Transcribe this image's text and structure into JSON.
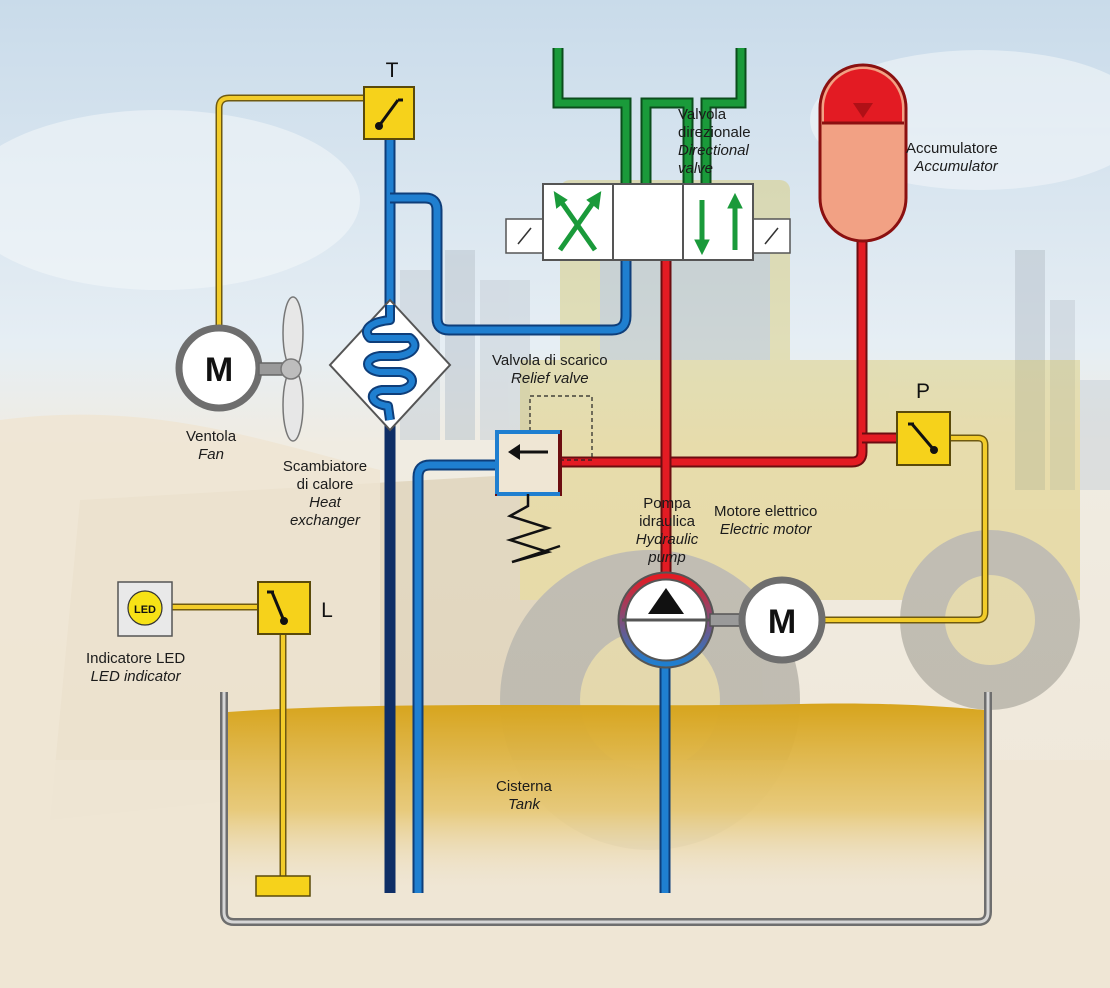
{
  "labels": {
    "thermostat": "T",
    "pressure_switch": "P",
    "level_switch": "L",
    "led": "LED",
    "motor_symbol": "M",
    "directional_valve": {
      "it": "Valvola direzionale",
      "en": "Directional valve"
    },
    "accumulator": {
      "it": "Accumulatore",
      "en": "Accumulator"
    },
    "relief_valve": {
      "it": "Valvola di scarico",
      "en": "Relief valve"
    },
    "fan": {
      "it": "Ventola",
      "en": "Fan"
    },
    "heat_exchanger": {
      "it": "Scambiatore di calore",
      "en": "Heat exchanger"
    },
    "hydraulic_pump": {
      "it": "Pompa idraulica",
      "en": "Hydraulic pump"
    },
    "electric_motor": {
      "it": "Motore elettrico",
      "en": "Electric motor"
    },
    "led_indicator": {
      "it": "Indicatore LED",
      "en": "LED indicator"
    },
    "tank": {
      "it": "Cisterna",
      "en": "Tank"
    }
  },
  "colors": {
    "electrical_line": "#f2cc2a",
    "return_line": "#1f7fd0",
    "pressure_line": "#e31b23",
    "pilot_line": "#1a9a3a",
    "oil": "#d6a520",
    "accumulator_fill": "#f2a184",
    "switch_box": "#f6d21b"
  }
}
